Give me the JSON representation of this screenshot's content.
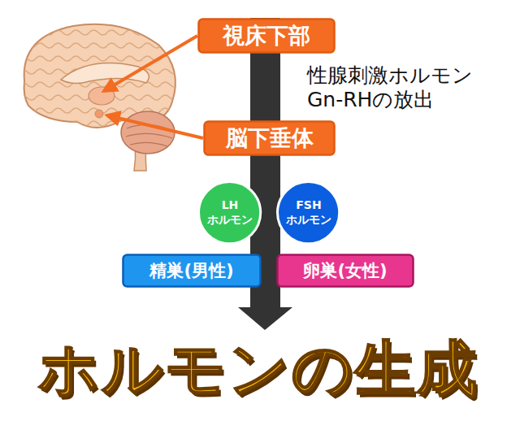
{
  "diagram": {
    "title": "ホルモンの生成",
    "nodes": [
      {
        "text": [
          "視床下部"
        ]
      },
      {
        "text": [
          "脳下垂体"
        ]
      },
      {
        "text": [
          "LH ホルモン"
        ]
      },
      {
        "text": [
          "FSH ホルモン"
        ]
      },
      {
        "text": [
          "精巣(男性)"
        ]
      },
      {
        "text": [
          "卵巣(女性)"
        ]
      }
    ],
    "labels": [
      "性腺刺激ホルモン Gn-RHの放出"
    ]
  }
}
